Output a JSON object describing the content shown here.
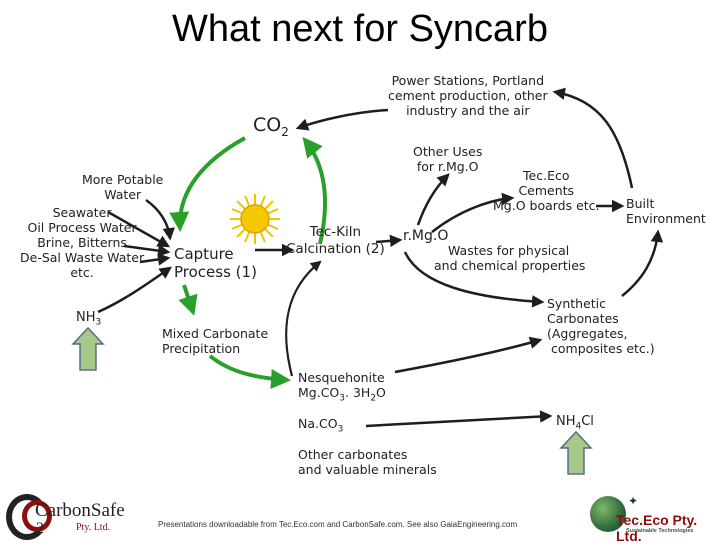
{
  "title": "What next for Syncarb",
  "co2": {
    "main": "CO",
    "sub": "2"
  },
  "labels": {
    "power_stations": [
      "Power Stations, Portland",
      "cement production, other",
      "industry and the air"
    ],
    "potable_water": [
      "More Potable",
      "Water"
    ],
    "sources": [
      "Seawater",
      "Oil Process Water",
      "Brine, Bitterns",
      "De-Sal Waste Water",
      "etc."
    ],
    "capture": [
      "Capture",
      "Process (1)"
    ],
    "tec_kiln": [
      "Tec-Kiln",
      "Calcination (2)"
    ],
    "rmgo": "r.Mg.O",
    "other_uses": [
      "Other Uses",
      "for r.Mg.O"
    ],
    "tececo_cements": [
      "Tec.Eco",
      "Cements",
      "Mg.O boards etc."
    ],
    "built_environment": [
      "Built",
      "Environment"
    ],
    "wastes": [
      "Wastes for physical",
      "and chemical properties"
    ],
    "synthetic": [
      "Synthetic",
      "Carbonates",
      "(Aggregates,",
      "composites etc.)"
    ],
    "nh3": {
      "main": "NH",
      "sub": "3"
    },
    "mixed_carbonate": [
      "Mixed Carbonate",
      "Precipitation"
    ],
    "nesquehonite": {
      "line1": "Nesquehonite",
      "formula_a": "Mg.CO",
      "sub_a": "3",
      "formula_b": ". 3H",
      "sub_b": "2",
      "formula_c": "O"
    },
    "naco3": {
      "main": "Na.CO",
      "sub": "3"
    },
    "nh4cl": {
      "main_a": "NH",
      "sub": "4",
      "main_b": "Cl"
    },
    "other_carbonates": [
      "Other carbonates",
      "and valuable minerals"
    ]
  },
  "footer": "Presentations downloadable from Tec.Eco.com and CarbonSafe.com. See also GaiaEngineering.com",
  "logos": {
    "left": {
      "brand": "CarbonSafe",
      "co": "CO",
      "two": "2",
      "pty": "Pty. Ltd."
    },
    "right": {
      "brand": "Tec.Eco Pty. Ltd.",
      "tagline": "Sustainable Technologies"
    }
  },
  "colors": {
    "green_arrow": "#2aa02a",
    "dark_arrow": "#1e1e1e",
    "up_arrow_fill": "#a6c98a",
    "up_arrow_stroke": "#5a6e8a",
    "sun": "#f2c400",
    "logo_red": "#8a1010"
  }
}
